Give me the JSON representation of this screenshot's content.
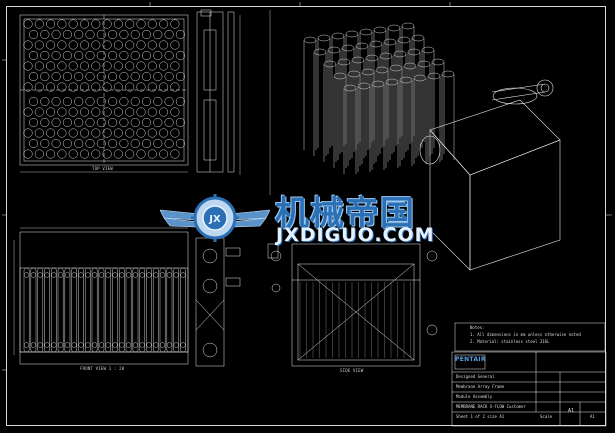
{
  "drawing": {
    "view_labels": {
      "top_view": "TOP VIEW",
      "front_view": "FRONT VIEW  1 : 20",
      "side_view": "SIDE VIEW"
    },
    "title_block": {
      "company": "PENTAIR",
      "line1": "Designed          General",
      "line2": "Membrane     Array   Frame",
      "line3": "Module Assembly",
      "line4": "MEMBRANE RACK X-FLOW  Customer",
      "line5": "Sheet 1  of  2   size   A1",
      "scale_label": "Scale",
      "size_value": "A1",
      "sheet_value": "A1"
    },
    "notes": {
      "n1": "Notes:",
      "n2": "1. All dimensions in mm unless otherwise noted",
      "n3": "2. Material: stainless steel 316L"
    }
  },
  "watermark": {
    "chinese": "机械帝国",
    "english": "JXDIGUO.COM",
    "emblem_letters": "JX"
  },
  "colors": {
    "background": "#000000",
    "linework": "#e6e6e6",
    "watermark_blue": "#2b6fb5",
    "watermark_light": "#9bc8f0"
  }
}
